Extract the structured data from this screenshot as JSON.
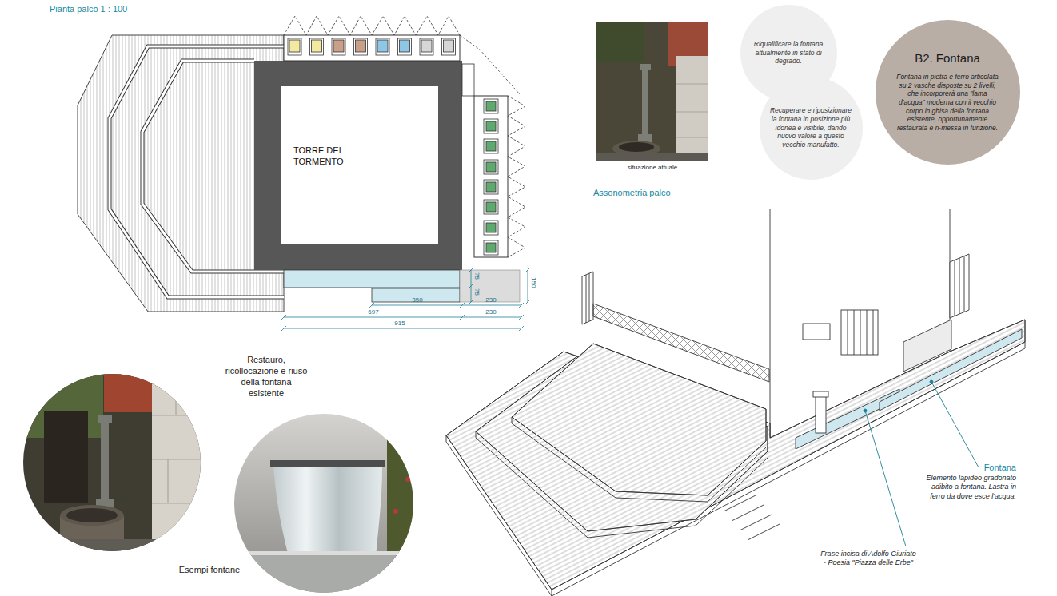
{
  "diagram": {
    "nodes": [
      {
        "text": [
          "TORRE DEL TORMENTO"
        ]
      },
      {
        "text": [
          "Riqualificare la fontana attualmente in stato di degrado."
        ]
      },
      {
        "text": [
          "Recuperare e riposizionare la fontana in posizione più idonea e visibile, dando nuovo valore a questo vecchio manufatto."
        ]
      },
      {
        "text": [
          "B2. Fontana",
          "Fontana in pietra e ferro articolata su 2 vasche disposte su 2 livelli, che incorporerà una \"lama d'acqua\" moderna con il vecchio corpo in ghisa della fontana esistente, opportunamente restaurata e ri-messa in funzione."
        ]
      }
    ],
    "labels": [
      "Pianta palco 1 : 100",
      "75",
      "75",
      "150",
      "350",
      "230",
      "697",
      "230",
      "915",
      "situazione attuale",
      "Assonometria palco",
      "Restauro, ricollocazione e riuso della fontana esistente",
      "Esempi fontane",
      "Fontana",
      "Elemento lapideo gradonato adibito a fontana. Lastra in ferro da dove esce l'acqua.",
      "Frase incisa di Adolfo Giuriato - Poesia \"Piazza delle Erbe\""
    ]
  }
}
